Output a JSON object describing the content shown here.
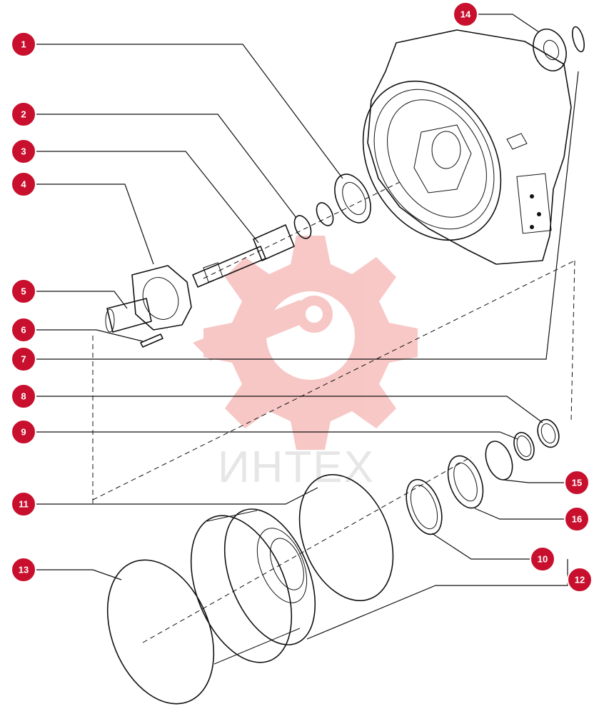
{
  "watermark": {
    "text": "ИНТЕХ",
    "color": "#f2b8b8"
  },
  "callout_color": "#c8102e",
  "callouts": [
    {
      "id": "callout-1",
      "label": "1"
    },
    {
      "id": "callout-2",
      "label": "2"
    },
    {
      "id": "callout-3",
      "label": "3"
    },
    {
      "id": "callout-4",
      "label": "4"
    },
    {
      "id": "callout-5",
      "label": "5"
    },
    {
      "id": "callout-6",
      "label": "6"
    },
    {
      "id": "callout-7",
      "label": "7"
    },
    {
      "id": "callout-8",
      "label": "8"
    },
    {
      "id": "callout-9",
      "label": "9"
    },
    {
      "id": "callout-10",
      "label": "10"
    },
    {
      "id": "callout-11",
      "label": "11"
    },
    {
      "id": "callout-12",
      "label": "12"
    },
    {
      "id": "callout-13",
      "label": "13"
    },
    {
      "id": "callout-14",
      "label": "14"
    },
    {
      "id": "callout-15",
      "label": "15"
    },
    {
      "id": "callout-16",
      "label": "16"
    }
  ]
}
